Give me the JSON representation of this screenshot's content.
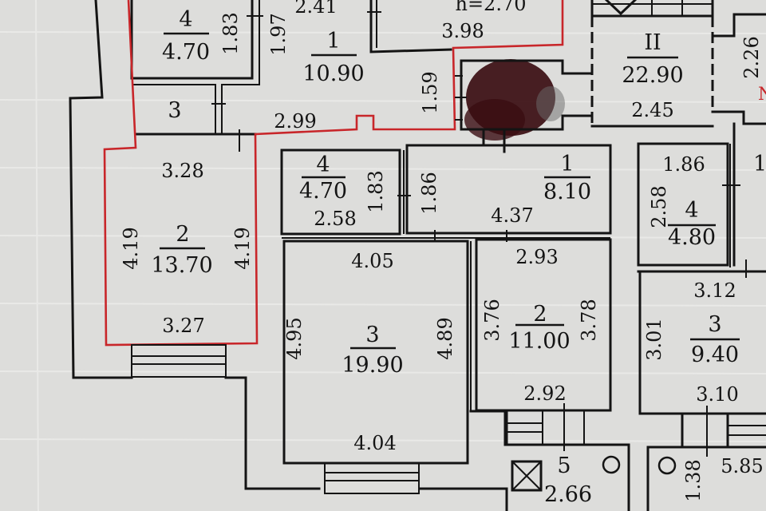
{
  "colors": {
    "paper": "#dddddb",
    "wall": "#141414",
    "apartment_outline": "#c8262a",
    "ink_blot": "#3a0d12"
  },
  "upper_apartment": {
    "ceiling_height": "h=2.70",
    "rooms": [
      {
        "number": "4",
        "area": "4.70",
        "dims": [
          "1.83"
        ]
      },
      {
        "number": "1",
        "area": "10.90",
        "dims": [
          "1.97",
          "2.41",
          "2.99",
          "1.59"
        ]
      },
      {
        "number": "3",
        "area": "",
        "dims": []
      },
      {
        "number": "",
        "area": "",
        "dims": [
          "3.98"
        ]
      }
    ]
  },
  "room_2_left": {
    "number": "2",
    "area": "13.70",
    "dims": [
      "3.28",
      "4.19",
      "4.19",
      "3.27"
    ]
  },
  "apartment_center": {
    "rooms": [
      {
        "number": "4",
        "area": "4.70",
        "dims": [
          "1.83",
          "2.58"
        ]
      },
      {
        "number": "1",
        "area": "8.10",
        "dims": [
          "1.86",
          "4.37"
        ]
      },
      {
        "number": "3",
        "area": "19.90",
        "dims": [
          "4.05",
          "4.95",
          "4.89",
          "4.04"
        ]
      },
      {
        "number": "2",
        "area": "11.00",
        "dims": [
          "2.93",
          "3.76",
          "3.78",
          "2.92"
        ]
      },
      {
        "number": "5",
        "area": "2.66",
        "dims": []
      }
    ]
  },
  "common_area": {
    "number": "II",
    "area": "22.90",
    "dims": [
      "2.45",
      "2.26"
    ]
  },
  "apartment_right": {
    "rooms": [
      {
        "number": "4",
        "area": "4.80",
        "dims": [
          "1.86",
          "2.58"
        ]
      },
      {
        "number": "3",
        "area": "9.40",
        "dims": [
          "3.12",
          "3.01",
          "3.10"
        ]
      },
      {
        "number": "",
        "area": "",
        "dims": [
          "1.38",
          "5.85"
        ]
      }
    ],
    "partial_labels": [
      "1"
    ]
  },
  "icons": [
    "shaft-cross-icon",
    "circle-fixture-icon"
  ]
}
